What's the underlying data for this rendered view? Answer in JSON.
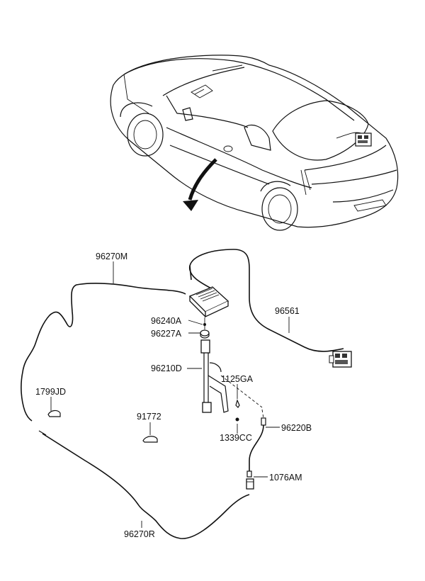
{
  "parts": [
    {
      "id": "p-96270M",
      "label": "96270M"
    },
    {
      "id": "p-96561",
      "label": "96561"
    },
    {
      "id": "p-96240A",
      "label": "96240A"
    },
    {
      "id": "p-96227A",
      "label": "96227A"
    },
    {
      "id": "p-96210D",
      "label": "96210D"
    },
    {
      "id": "p-1125GA",
      "label": "1125GA"
    },
    {
      "id": "p-1799JD",
      "label": "1799JD"
    },
    {
      "id": "p-91772",
      "label": "91772"
    },
    {
      "id": "p-96220B",
      "label": "96220B"
    },
    {
      "id": "p-1339CC",
      "label": "1339CC"
    },
    {
      "id": "p-1076AM",
      "label": "1076AM"
    },
    {
      "id": "p-96270R",
      "label": "96270R"
    }
  ]
}
